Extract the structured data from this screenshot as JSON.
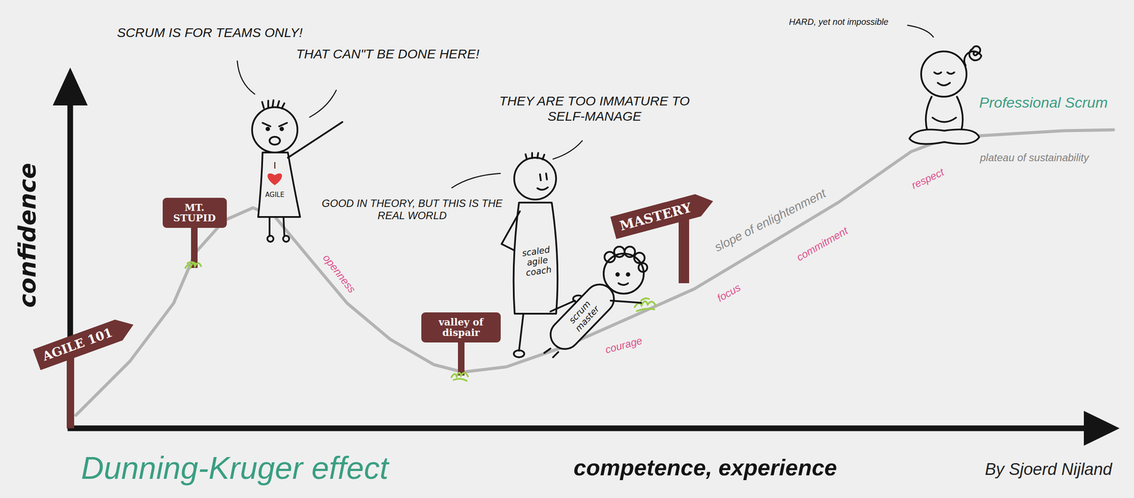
{
  "diagram": {
    "title": "Dunning-Kruger effect",
    "nodes": [
      {
        "text": [
          "AGILE 101"
        ]
      },
      {
        "text": [
          "MT. STUPID"
        ]
      },
      {
        "text": [
          "valley of dispair"
        ]
      },
      {
        "text": [
          "MASTERY"
        ]
      }
    ],
    "labels": [
      "confidence",
      "competence, experience",
      "By Sjoerd Nijland",
      "SCRUM IS FOR TEAMS ONLY!",
      "THAT CAN\"T BE DONE HERE!",
      "I",
      "AGILE",
      "openness",
      "GOOD IN THEORY, BUT THIS IS THE REAL WORLD",
      "THEY ARE TOO IMMATURE TO SELF-MANAGE",
      "scaled agile coach",
      "scrum master",
      "courage",
      "focus",
      "commitment",
      "slope of enlightenment",
      "respect",
      "HARD, yet not impossible",
      "Professional Scrum",
      "plateau of sustainability"
    ]
  }
}
